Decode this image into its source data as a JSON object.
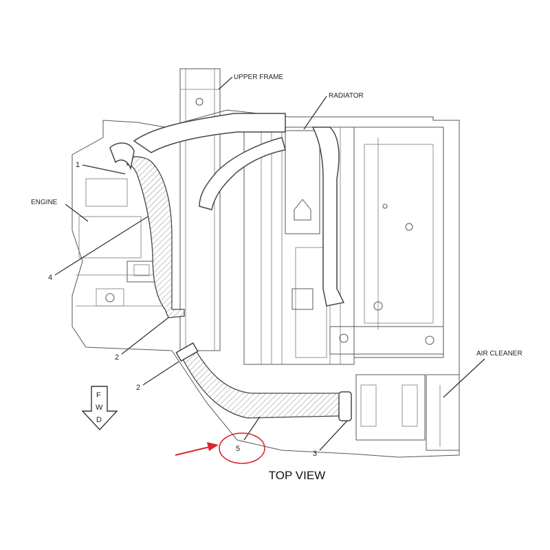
{
  "labels": {
    "upper_frame": "UPPER FRAME",
    "radiator": "RADIATOR",
    "engine": "ENGINE",
    "air_cleaner": "AIR CLEANER",
    "title": "TOP VIEW"
  },
  "callouts": {
    "c1": "1",
    "c2a": "2",
    "c2b": "2",
    "c3": "3",
    "c4": "4",
    "c5": "5"
  },
  "fwd": {
    "f": "F",
    "w": "W",
    "d": "D"
  },
  "colors": {
    "highlight": "#d9262b",
    "line": "#333333"
  }
}
